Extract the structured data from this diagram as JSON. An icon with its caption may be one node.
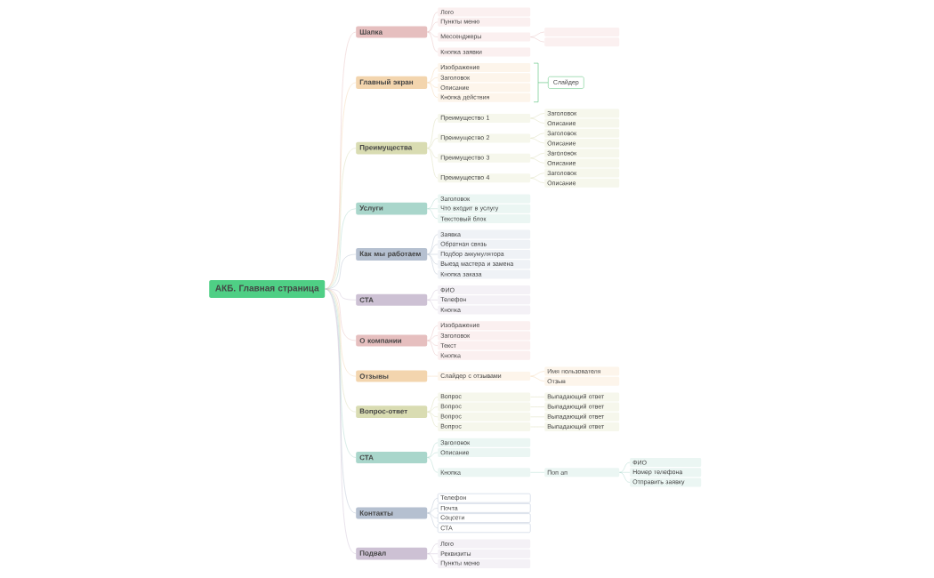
{
  "diagram": {
    "nodes": [
      {
        "text": [
          "АКБ. Главная страница"
        ]
      },
      {
        "text": [
          "Шапка"
        ]
      },
      {
        "text": [
          "Лого"
        ]
      },
      {
        "text": [
          "Пункты меню"
        ]
      },
      {
        "text": [
          "Мессенджеры"
        ]
      },
      {
        "text": [],
        "shape": "box"
      },
      {
        "text": [],
        "shape": "box"
      },
      {
        "text": [
          "Кнопка заявки"
        ]
      },
      {
        "text": [
          "Главный экран"
        ]
      },
      {
        "text": [
          "Изображение"
        ]
      },
      {
        "text": [
          "Заголовок"
        ]
      },
      {
        "text": [
          "Описание"
        ]
      },
      {
        "text": [
          "Кнопка действия"
        ]
      },
      {
        "text": [
          "Слайдер"
        ]
      },
      {
        "text": [
          "Преимущества"
        ]
      },
      {
        "text": [
          "Преимущество 1"
        ]
      },
      {
        "text": [
          "Заголовок"
        ]
      },
      {
        "text": [
          "Описание"
        ]
      },
      {
        "text": [
          "Преимущество 2"
        ]
      },
      {
        "text": [
          "Заголовок"
        ]
      },
      {
        "text": [
          "Описание"
        ]
      },
      {
        "text": [
          "Преимущество 3"
        ]
      },
      {
        "text": [
          "Заголовок"
        ]
      },
      {
        "text": [
          "Описание"
        ]
      },
      {
        "text": [
          "Преимущество 4"
        ]
      },
      {
        "text": [
          "Заголовок"
        ]
      },
      {
        "text": [
          "Описание"
        ]
      },
      {
        "text": [
          "Услуги"
        ]
      },
      {
        "text": [
          "Заголовок"
        ]
      },
      {
        "text": [
          "Что входит в услугу"
        ]
      },
      {
        "text": [
          "Текстовый блок"
        ]
      },
      {
        "text": [
          "Как мы работаем"
        ]
      },
      {
        "text": [
          "Заявка"
        ]
      },
      {
        "text": [
          "Обратная связь"
        ]
      },
      {
        "text": [
          "Подбор аккумулятора"
        ]
      },
      {
        "text": [
          "Выезд мастера и замена"
        ]
      },
      {
        "text": [
          "Кнопка заказа"
        ]
      },
      {
        "text": [
          "СТА"
        ]
      },
      {
        "text": [
          "ФИО"
        ]
      },
      {
        "text": [
          "Телефон"
        ]
      },
      {
        "text": [
          "Кнопка"
        ]
      },
      {
        "text": [
          "О компании"
        ]
      },
      {
        "text": [
          "Изображение"
        ]
      },
      {
        "text": [
          "Заголовок"
        ]
      },
      {
        "text": [
          "Текст"
        ]
      },
      {
        "text": [
          "Кнопка"
        ]
      },
      {
        "text": [
          "Отзывы"
        ]
      },
      {
        "text": [
          "Слайдер с отзывами"
        ]
      },
      {
        "text": [
          "Имя пользователя"
        ]
      },
      {
        "text": [
          "Отзыв"
        ]
      },
      {
        "text": [
          "Вопрос-ответ"
        ]
      },
      {
        "text": [
          "Вопрос"
        ]
      },
      {
        "text": [
          "Выпадающий ответ"
        ]
      },
      {
        "text": [
          "Вопрос"
        ]
      },
      {
        "text": [
          "Выпадающий ответ"
        ]
      },
      {
        "text": [
          "Вопрос"
        ]
      },
      {
        "text": [
          "Выпадающий ответ"
        ]
      },
      {
        "text": [
          "Вопрос"
        ]
      },
      {
        "text": [
          "Выпадающий ответ"
        ]
      },
      {
        "text": [
          "СТА"
        ]
      },
      {
        "text": [
          "Заголовок"
        ]
      },
      {
        "text": [
          "Описание"
        ]
      },
      {
        "text": [
          "Кнопка"
        ]
      },
      {
        "text": [
          "Поп ап"
        ]
      },
      {
        "text": [
          "ФИО"
        ]
      },
      {
        "text": [
          "Номер телефона"
        ]
      },
      {
        "text": [
          "Отправить заявку"
        ]
      },
      {
        "text": [
          "Контакты"
        ]
      },
      {
        "text": [
          "Телефон"
        ]
      },
      {
        "text": [
          "Почта"
        ]
      },
      {
        "text": [
          "Соцсети"
        ]
      },
      {
        "text": [
          "СТА"
        ]
      },
      {
        "text": [
          "Подвал"
        ]
      },
      {
        "text": [
          "Лого"
        ]
      },
      {
        "text": [
          "Реквизиты"
        ]
      },
      {
        "text": [
          "Пункты меню"
        ]
      }
    ],
    "edges": [
      {
        "from": 0,
        "to": 1,
        "arrow": "none",
        "color": "#e6bfbf"
      },
      {
        "from": 0,
        "to": 8,
        "arrow": "none",
        "color": "#f3d5ae"
      },
      {
        "from": 0,
        "to": 14,
        "arrow": "none",
        "color": "#d9dcb2"
      },
      {
        "from": 0,
        "to": 27,
        "arrow": "none",
        "color": "#a9d6cb"
      },
      {
        "from": 0,
        "to": 31,
        "arrow": "none",
        "color": "#b5c0d0"
      },
      {
        "from": 0,
        "to": 37,
        "arrow": "none",
        "color": "#cdc1d4"
      },
      {
        "from": 0,
        "to": 41,
        "arrow": "none",
        "color": "#e6bfbf"
      },
      {
        "from": 0,
        "to": 46,
        "arrow": "none",
        "color": "#f3d5ae"
      },
      {
        "from": 0,
        "to": 50,
        "arrow": "none",
        "color": "#d9dcb2"
      },
      {
        "from": 0,
        "to": 59,
        "arrow": "none",
        "color": "#a9d6cb"
      },
      {
        "from": 0,
        "to": 67,
        "arrow": "none",
        "color": "#b5c0d0"
      },
      {
        "from": 0,
        "to": 72,
        "arrow": "none",
        "color": "#cdc1d4"
      },
      {
        "from": 1,
        "to": 2,
        "arrow": "none",
        "color": "#e6bfbf"
      },
      {
        "from": 1,
        "to": 3,
        "arrow": "none",
        "color": "#e6bfbf"
      },
      {
        "from": 1,
        "to": 4,
        "arrow": "none",
        "color": "#e6bfbf"
      },
      {
        "from": 1,
        "to": 7,
        "arrow": "none",
        "color": "#e6bfbf"
      },
      {
        "from": 4,
        "to": 5,
        "arrow": "none",
        "color": "#e6bfbf"
      },
      {
        "from": 4,
        "to": 6,
        "arrow": "none",
        "color": "#e6bfbf"
      },
      {
        "from": 8,
        "to": 9,
        "arrow": "none",
        "color": "#f3d5ae"
      },
      {
        "from": 8,
        "to": 10,
        "arrow": "none",
        "color": "#f3d5ae"
      },
      {
        "from": 8,
        "to": 11,
        "arrow": "none",
        "color": "#f3d5ae"
      },
      {
        "from": 8,
        "to": 12,
        "arrow": "none",
        "color": "#f3d5ae"
      },
      {
        "from": 14,
        "to": 15,
        "arrow": "none",
        "color": "#d9dcb2"
      },
      {
        "from": 14,
        "to": 18,
        "arrow": "none",
        "color": "#d9dcb2"
      },
      {
        "from": 14,
        "to": 21,
        "arrow": "none",
        "color": "#d9dcb2"
      },
      {
        "from": 14,
        "to": 24,
        "arrow": "none",
        "color": "#d9dcb2"
      },
      {
        "from": 15,
        "to": 16,
        "arrow": "none",
        "color": "#d9dcb2"
      },
      {
        "from": 15,
        "to": 17,
        "arrow": "none",
        "color": "#d9dcb2"
      },
      {
        "from": 18,
        "to": 19,
        "arrow": "none",
        "color": "#d9dcb2"
      },
      {
        "from": 18,
        "to": 20,
        "arrow": "none",
        "color": "#d9dcb2"
      },
      {
        "from": 21,
        "to": 22,
        "arrow": "none",
        "color": "#d9dcb2"
      },
      {
        "from": 21,
        "to": 23,
        "arrow": "none",
        "color": "#d9dcb2"
      },
      {
        "from": 24,
        "to": 25,
        "arrow": "none",
        "color": "#d9dcb2"
      },
      {
        "from": 24,
        "to": 26,
        "arrow": "none",
        "color": "#d9dcb2"
      },
      {
        "from": 27,
        "to": 28,
        "arrow": "none",
        "color": "#a9d6cb"
      },
      {
        "from": 27,
        "to": 29,
        "arrow": "none",
        "color": "#a9d6cb"
      },
      {
        "from": 27,
        "to": 30,
        "arrow": "none",
        "color": "#a9d6cb"
      },
      {
        "from": 31,
        "to": 32,
        "arrow": "none",
        "color": "#b5c0d0"
      },
      {
        "from": 31,
        "to": 33,
        "arrow": "none",
        "color": "#b5c0d0"
      },
      {
        "from": 31,
        "to": 34,
        "arrow": "none",
        "color": "#b5c0d0"
      },
      {
        "from": 31,
        "to": 35,
        "arrow": "none",
        "color": "#b5c0d0"
      },
      {
        "from": 31,
        "to": 36,
        "arrow": "none",
        "color": "#b5c0d0"
      },
      {
        "from": 37,
        "to": 38,
        "arrow": "none",
        "color": "#cdc1d4"
      },
      {
        "from": 37,
        "to": 39,
        "arrow": "none",
        "color": "#cdc1d4"
      },
      {
        "from": 37,
        "to": 40,
        "arrow": "none",
        "color": "#cdc1d4"
      },
      {
        "from": 41,
        "to": 42,
        "arrow": "none",
        "color": "#e6bfbf"
      },
      {
        "from": 41,
        "to": 43,
        "arrow": "none",
        "color": "#e6bfbf"
      },
      {
        "from": 41,
        "to": 44,
        "arrow": "none",
        "color": "#e6bfbf"
      },
      {
        "from": 41,
        "to": 45,
        "arrow": "none",
        "color": "#e6bfbf"
      },
      {
        "from": 46,
        "to": 47,
        "arrow": "none",
        "color": "#f3d5ae"
      },
      {
        "from": 47,
        "to": 48,
        "arrow": "none",
        "color": "#f3d5ae"
      },
      {
        "from": 47,
        "to": 49,
        "arrow": "none",
        "color": "#f3d5ae"
      },
      {
        "from": 50,
        "to": 51,
        "arrow": "none",
        "color": "#d9dcb2"
      },
      {
        "from": 50,
        "to": 53,
        "arrow": "none",
        "color": "#d9dcb2"
      },
      {
        "from": 50,
        "to": 55,
        "arrow": "none",
        "color": "#d9dcb2"
      },
      {
        "from": 50,
        "to": 57,
        "arrow": "none",
        "color": "#d9dcb2"
      },
      {
        "from": 51,
        "to": 52,
        "arrow": "none",
        "color": "#d9dcb2"
      },
      {
        "from": 53,
        "to": 54,
        "arrow": "none",
        "color": "#d9dcb2"
      },
      {
        "from": 55,
        "to": 56,
        "arrow": "none",
        "color": "#d9dcb2"
      },
      {
        "from": 57,
        "to": 58,
        "arrow": "none",
        "color": "#d9dcb2"
      },
      {
        "from": 59,
        "to": 60,
        "arrow": "none",
        "color": "#a9d6cb"
      },
      {
        "from": 59,
        "to": 61,
        "arrow": "none",
        "color": "#a9d6cb"
      },
      {
        "from": 59,
        "to": 62,
        "arrow": "none",
        "color": "#a9d6cb"
      },
      {
        "from": 62,
        "to": 63,
        "arrow": "none",
        "color": "#a9d6cb"
      },
      {
        "from": 63,
        "to": 64,
        "arrow": "none",
        "color": "#a9d6cb"
      },
      {
        "from": 63,
        "to": 65,
        "arrow": "none",
        "color": "#a9d6cb"
      },
      {
        "from": 63,
        "to": 66,
        "arrow": "none",
        "color": "#a9d6cb"
      },
      {
        "from": 67,
        "to": 68,
        "arrow": "none",
        "color": "#b5c0d0"
      },
      {
        "from": 67,
        "to": 69,
        "arrow": "none",
        "color": "#b5c0d0"
      },
      {
        "from": 67,
        "to": 70,
        "arrow": "none",
        "color": "#b5c0d0"
      },
      {
        "from": 67,
        "to": 71,
        "arrow": "none",
        "color": "#b5c0d0"
      },
      {
        "from": 72,
        "to": 73,
        "arrow": "none",
        "color": "#cdc1d4"
      },
      {
        "from": 72,
        "to": 74,
        "arrow": "none",
        "color": "#cdc1d4"
      },
      {
        "from": 72,
        "to": 75,
        "arrow": "none",
        "color": "#cdc1d4"
      }
    ]
  }
}
